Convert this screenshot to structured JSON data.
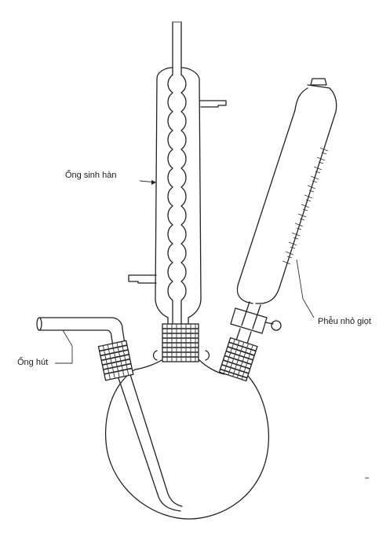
{
  "labels": {
    "condenser": "Ống sinh hàn",
    "dropping_funnel": "Phễu nhỏ giọt",
    "suction_tube": "Ống hút"
  },
  "colors": {
    "line": "#222222",
    "background": "#ffffff"
  }
}
